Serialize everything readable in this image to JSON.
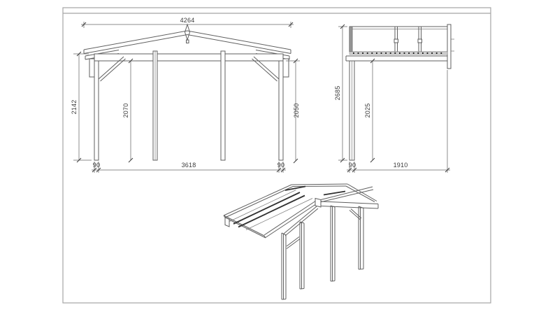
{
  "front_view": {
    "dims": {
      "overall_width": "4264",
      "height_left": "2142",
      "clear_height": "2070",
      "height_right": "2050",
      "post_width_left": "90",
      "clear_span": "3618",
      "post_width_right": "90"
    }
  },
  "side_view": {
    "dims": {
      "overall_height": "2685",
      "clear_height": "2025",
      "post_width": "90",
      "depth": "1910"
    }
  },
  "colors": {
    "line": "#5f5f5f",
    "dim_line": "#6a6a6a",
    "text": "#3a3a3a",
    "dark_seam": "#303030",
    "frame": "#a5a5a5"
  }
}
